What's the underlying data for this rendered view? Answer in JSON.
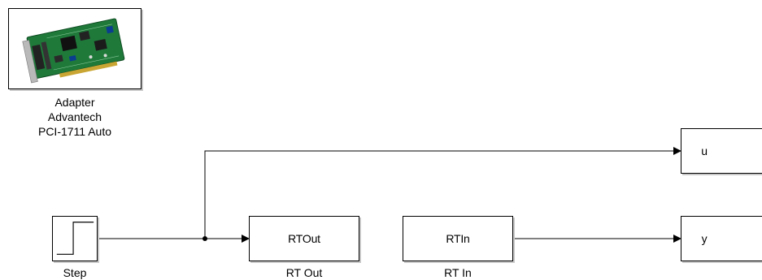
{
  "adapter": {
    "caption_lines": [
      "Adapter",
      "Advantech",
      "PCI-1711 Auto"
    ],
    "icon": "pci-card-image"
  },
  "blocks": {
    "step": {
      "caption": "Step",
      "icon": "step-signal-icon"
    },
    "rt_out": {
      "label": "RTOut",
      "caption": "RT Out"
    },
    "rt_in": {
      "label": "RTIn",
      "caption": "RT In"
    },
    "out_u": {
      "label": "u"
    },
    "out_y": {
      "label": "y"
    }
  },
  "colors": {
    "line": "#000000",
    "board_green": "#1f7a3a",
    "block_shadow": "#c8c8c8"
  }
}
